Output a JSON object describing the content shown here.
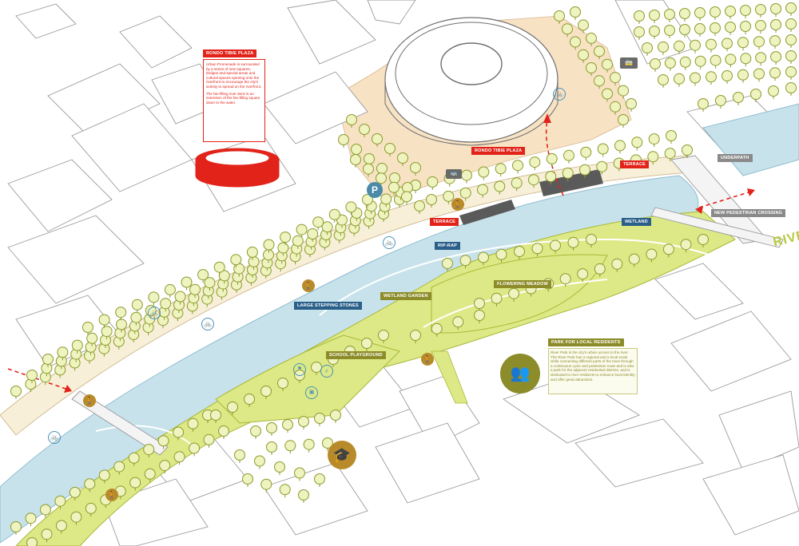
{
  "colors": {
    "water": "#c8e2ec",
    "water_edge": "#8fbdd0",
    "park": "#dde986",
    "park_edge": "#a9b83a",
    "plaza": "#f7e2c4",
    "tree_fill": "#eef3bf",
    "tree_stroke": "#8c9a2c",
    "building_stroke": "#9a9a9a",
    "accent_red": "#e2231a",
    "accent_olive": "#8d8c2a",
    "accent_navy": "#2a5f8a",
    "icon_gold": "#b88a2a",
    "icon_blue": "#4a90b8"
  },
  "labels": {
    "rondo_title": "RONDO TIBIE PLAZA",
    "rondo_plaza": "RONDO TIBIE PLAZA",
    "terrace_upper": "TERRACE",
    "terrace_lower": "TERRACE",
    "underpath": "UNDERPATH",
    "new_crossing": "NEW PEDESTRIAN CROSSING",
    "wetland_right": "WETLAND",
    "rip_rap": "RIP-RAP",
    "flowering_meadow": "FLOWERING MEADOW",
    "wetland_garden": "WETLAND GARDEN",
    "large_stepping_stones": "LARGE STEPPING STONES",
    "school_playground": "SCHOOL PLAYGROUND",
    "park_for_residents": "PARK FOR LOCAL RESIDENTS",
    "river_word": "RIVE"
  },
  "notes": {
    "rondo_p1": "Urban Promenade is surrounded by a series of new squares, bridges and special areas and cultural spaces opening onto the riverfront to encourage the city's activity to spread on the riverfront.",
    "rondo_p2": "The fan-filling river deck is an extension of the fan-filling square down to the water.",
    "park_text": "River Park is the city's urban access to the river. The River Park has a regional and a local scale while connecting different parts of the town through a continuous cycle and pedestrian route and is also a park for the adjacent residential districts, and is dedicated to river residents to enhance local identity and offer great attractions."
  },
  "icons": [
    {
      "name": "parking-icon",
      "glyph": "P",
      "color": "#4a8aa8"
    },
    {
      "name": "pedestrian-icon",
      "glyph": "🚶",
      "color": "#b88a2a"
    },
    {
      "name": "cyclist-icon",
      "glyph": "🚲",
      "color": "#4a90b8"
    },
    {
      "name": "tram-icon",
      "glyph": "🚋",
      "color": "#6a6a6a"
    },
    {
      "name": "bus-icon",
      "glyph": "🚌",
      "color": "#6a6a6a"
    },
    {
      "name": "education-icon",
      "glyph": "🎓",
      "color": "#b88a2a"
    },
    {
      "name": "people-icon",
      "glyph": "👥",
      "color": "#8d8c2a"
    }
  ]
}
